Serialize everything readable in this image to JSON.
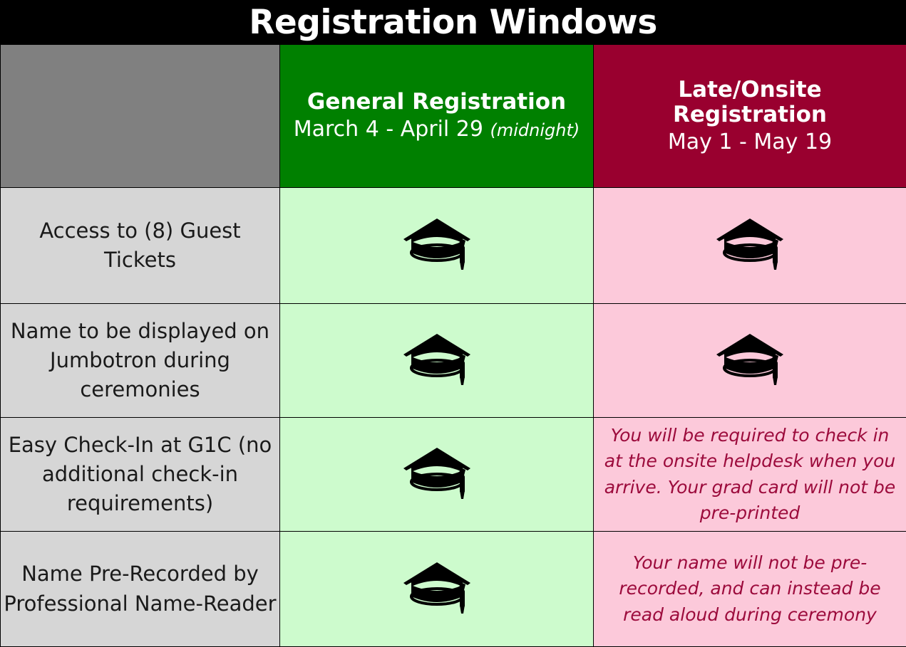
{
  "title": "Registration Windows",
  "columns": {
    "label_column_header": "",
    "general": {
      "name": "General Registration",
      "dates": "March 4 - April 29",
      "dates_note": "(midnight)",
      "color": "#008000"
    },
    "late": {
      "name": "Late/Onsite Registration",
      "dates": "May 1 - May 19",
      "color": "#99002f"
    }
  },
  "colors": {
    "title_bar": "#000000",
    "label_header": "#808080",
    "label_cell": "#d6d6d6",
    "green_cell": "#cdfbcd",
    "pink_cell": "#fcc9da",
    "note_text": "#9c0b3c",
    "icon": "#000000"
  },
  "icons": {
    "included": "graduation-cap-icon"
  },
  "rows": [
    {
      "label": "Access to (8) Guest Tickets",
      "general": {
        "kind": "icon",
        "icon": "graduation-cap-icon",
        "text": ""
      },
      "late": {
        "kind": "icon",
        "icon": "graduation-cap-icon",
        "text": ""
      }
    },
    {
      "label": "Name to be displayed on Jumbotron during ceremonies",
      "general": {
        "kind": "icon",
        "icon": "graduation-cap-icon",
        "text": ""
      },
      "late": {
        "kind": "icon",
        "icon": "graduation-cap-icon",
        "text": ""
      }
    },
    {
      "label": "Easy Check-In at G1C (no additional check-in requirements)",
      "general": {
        "kind": "icon",
        "icon": "graduation-cap-icon",
        "text": ""
      },
      "late": {
        "kind": "note",
        "icon": "",
        "text": "You will be required to check in at the onsite helpdesk when you arrive. Your grad card will not be pre-printed"
      }
    },
    {
      "label": "Name Pre-Recorded by Professional Name-Reader",
      "general": {
        "kind": "icon",
        "icon": "graduation-cap-icon",
        "text": ""
      },
      "late": {
        "kind": "note",
        "icon": "",
        "text": "Your name will not be pre-recorded, and can instead  be read aloud during ceremony"
      }
    }
  ]
}
